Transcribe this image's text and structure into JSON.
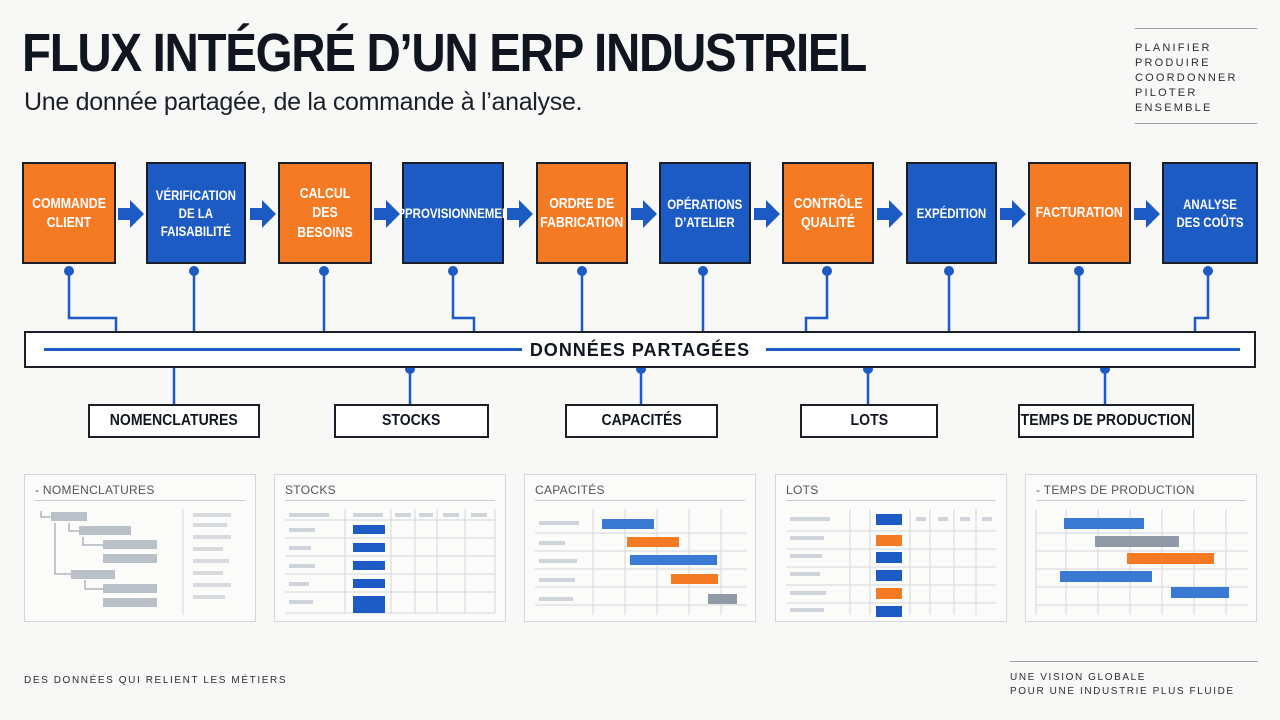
{
  "header": {
    "title": "FLUX INTÉGRÉ D’UN ERP INDUSTRIEL",
    "subtitle": "Une donnée partagée, de la commande à l’analyse."
  },
  "keywords": [
    "PLANIFIER",
    "PRODUIRE",
    "COORDONNER",
    "PILOTER",
    "ENSEMBLE"
  ],
  "flow_steps": [
    {
      "label": "COMMANDE CLIENT",
      "color": "#f47a24"
    },
    {
      "label": "VÉRIFICATION DE LA FAISABILITÉ",
      "color": "#1d5bc4"
    },
    {
      "label": "CALCUL DES BESOINS",
      "color": "#f47a24"
    },
    {
      "label": "APPROVISIONNEMENT",
      "color": "#1d5bc4"
    },
    {
      "label": "ORDRE DE FABRICATION",
      "color": "#f47a24"
    },
    {
      "label": "OPÉRATIONS D’ATELIER",
      "color": "#1d5bc4"
    },
    {
      "label": "CONTRÔLE QUALITÉ",
      "color": "#f47a24"
    },
    {
      "label": "EXPÉDITION",
      "color": "#1d5bc4"
    },
    {
      "label": "FACTURATION",
      "color": "#f47a24"
    },
    {
      "label": "ANALYSE DES COÛTS",
      "color": "#1d5bc4"
    }
  ],
  "shared_data": {
    "label": "DONNÉES PARTAGÉES"
  },
  "resources": [
    "NOMENCLATURES",
    "STOCKS",
    "CAPACITÉS",
    "LOTS",
    "TEMPS DE PRODUCTION"
  ],
  "panels": [
    "- NOMENCLATURES",
    "STOCKS",
    "CAPACITÉS",
    "LOTS",
    "- TEMPS DE PRODUCTION"
  ],
  "footer": {
    "left": "DES DONNÉES QUI RELIENT LES MÉTIERS",
    "right_line1": "UNE VISION GLOBALE",
    "right_line2": "POUR UNE INDUSTRIE PLUS FLUIDE"
  },
  "colors": {
    "orange": "#f47a24",
    "blue": "#1d5bc4",
    "dark": "#1a1f29",
    "grey": "#b9c0c8"
  }
}
